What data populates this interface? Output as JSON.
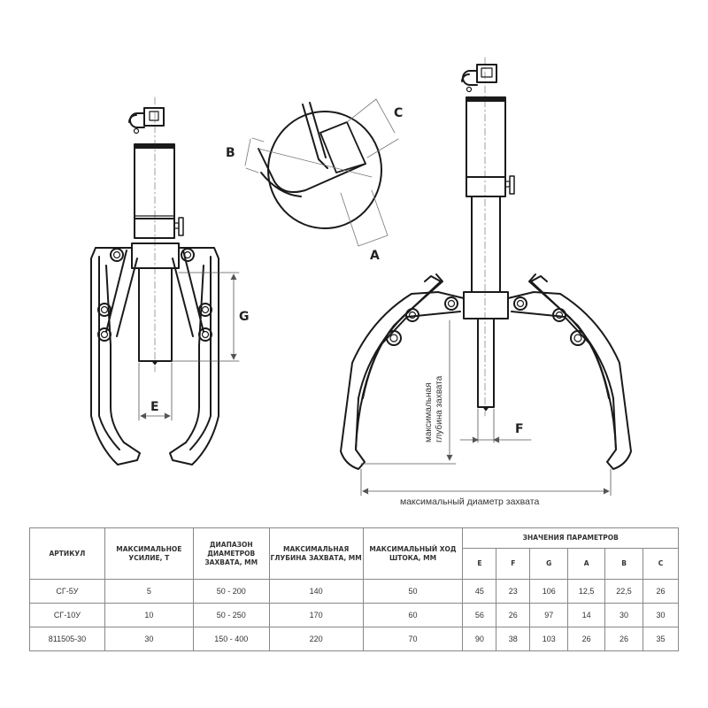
{
  "drawing": {
    "left_view": {
      "labels": {
        "G": "G",
        "E": "E"
      }
    },
    "detail_view": {
      "labels": {
        "A": "A",
        "B": "B",
        "C": "C"
      }
    },
    "right_view": {
      "labels": {
        "F": "F",
        "max_depth": "максимальная глубина захвата",
        "max_depth_line1": "максимальная",
        "max_depth_line2": "глубина захвата",
        "max_diameter": "максимальный диаметр захвата"
      }
    }
  },
  "table": {
    "headers": {
      "article": "АРТИКУЛ",
      "max_force": "МАКСИМАЛЬНОЕ УСИЛИЕ, Т",
      "diameter_range": "ДИАПАЗОН ДИАМЕТРОВ ЗАХВАТА, ММ",
      "max_depth": "МАКСИМАЛЬНАЯ ГЛУБИНА ЗАХВАТА, ММ",
      "max_stroke": "МАКСИМАЛЬНЫЙ ХОД ШТОКА, ММ",
      "params_group": "ЗНАЧЕНИЯ ПАРАМЕТРОВ",
      "params": [
        "E",
        "F",
        "G",
        "A",
        "B",
        "C"
      ]
    },
    "rows": [
      {
        "article": "СГ-5У",
        "max_force": "5",
        "diameter_range": "50 - 200",
        "max_depth": "140",
        "max_stroke": "50",
        "params": [
          "45",
          "23",
          "106",
          "12,5",
          "22,5",
          "26"
        ]
      },
      {
        "article": "СГ-10У",
        "max_force": "10",
        "diameter_range": "50 - 250",
        "max_depth": "170",
        "max_stroke": "60",
        "params": [
          "56",
          "26",
          "97",
          "14",
          "30",
          "30"
        ]
      },
      {
        "article": "811505-30",
        "max_force": "30",
        "diameter_range": "150 - 400",
        "max_depth": "220",
        "max_stroke": "70",
        "params": [
          "90",
          "38",
          "103",
          "26",
          "26",
          "35"
        ]
      }
    ]
  }
}
